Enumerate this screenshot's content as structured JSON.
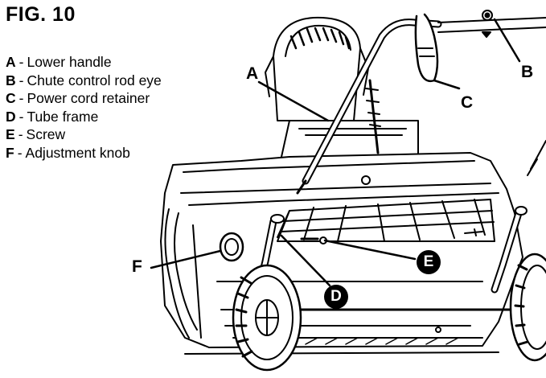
{
  "figure": {
    "title": "FIG. 10"
  },
  "legend": [
    {
      "letter": "A",
      "sep": "-",
      "text": "Lower handle"
    },
    {
      "letter": "B",
      "sep": "-",
      "text": "Chute control rod eye"
    },
    {
      "letter": "C",
      "sep": "-",
      "text": "Power cord retainer"
    },
    {
      "letter": "D",
      "sep": "-",
      "text": "Tube frame"
    },
    {
      "letter": "E",
      "sep": "-",
      "text": "Screw"
    },
    {
      "letter": "F",
      "sep": "-",
      "text": "Adjustment knob"
    }
  ],
  "callouts": {
    "A": "A",
    "B": "B",
    "C": "C",
    "D": "D",
    "E": "E",
    "F": "F"
  },
  "colors": {
    "ink": "#000000",
    "paper": "#ffffff"
  }
}
